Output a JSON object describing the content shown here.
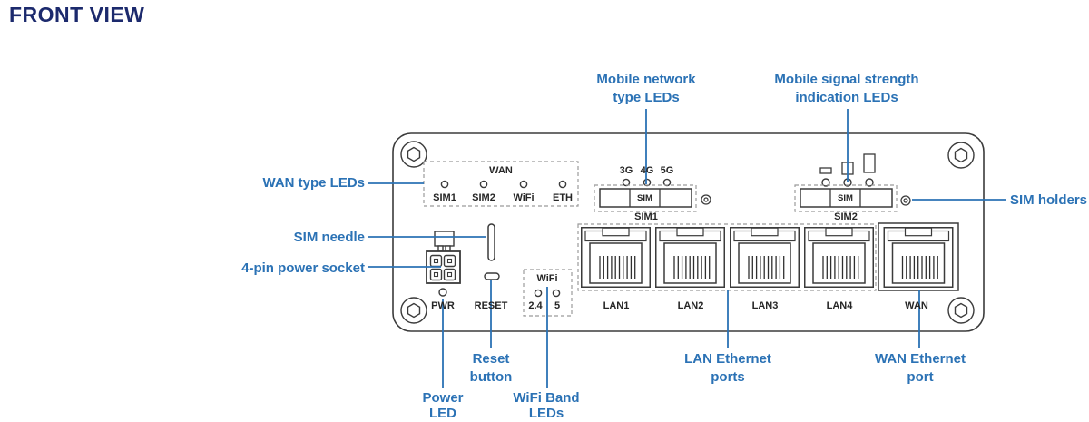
{
  "title": "FRONT VIEW",
  "colors": {
    "accent": "#2b72b5",
    "title": "#1c2a6d",
    "outline": "#3b3b3b",
    "dashed_box": "#9b9b9b"
  },
  "callouts": {
    "mobile_network": {
      "line1": "Mobile network",
      "line2": "type LEDs"
    },
    "mobile_signal": {
      "line1": "Mobile signal strength",
      "line2": "indication LEDs"
    },
    "wan_type": "WAN type LEDs",
    "sim_needle": "SIM needle",
    "power_socket": "4-pin power socket",
    "sim_holders": "SIM holders",
    "power_led": {
      "line1": "Power",
      "line2": "LED"
    },
    "reset_button": {
      "line1": "Reset",
      "line2": "button"
    },
    "wifi_band": {
      "line1": "WiFi Band",
      "line2": "LEDs"
    },
    "lan_ports": {
      "line1": "LAN Ethernet",
      "line2": "ports"
    },
    "wan_port": {
      "line1": "WAN Ethernet",
      "line2": "port"
    }
  },
  "device": {
    "wan_led_group": {
      "title": "WAN",
      "leds": [
        "SIM1",
        "SIM2",
        "WiFi",
        "ETH"
      ]
    },
    "network_type_leds": [
      "3G",
      "4G",
      "5G"
    ],
    "sim1": {
      "tray_label": "SIM",
      "label": "SIM1"
    },
    "sim2": {
      "tray_label": "SIM",
      "label": "SIM2"
    },
    "pwr_label": "PWR",
    "reset_label": "RESET",
    "wifi_group": {
      "title": "WiFi",
      "bands": [
        "2.4",
        "5"
      ]
    },
    "eth_ports": [
      "LAN1",
      "LAN2",
      "LAN3",
      "LAN4"
    ],
    "wan_port_label": "WAN"
  }
}
